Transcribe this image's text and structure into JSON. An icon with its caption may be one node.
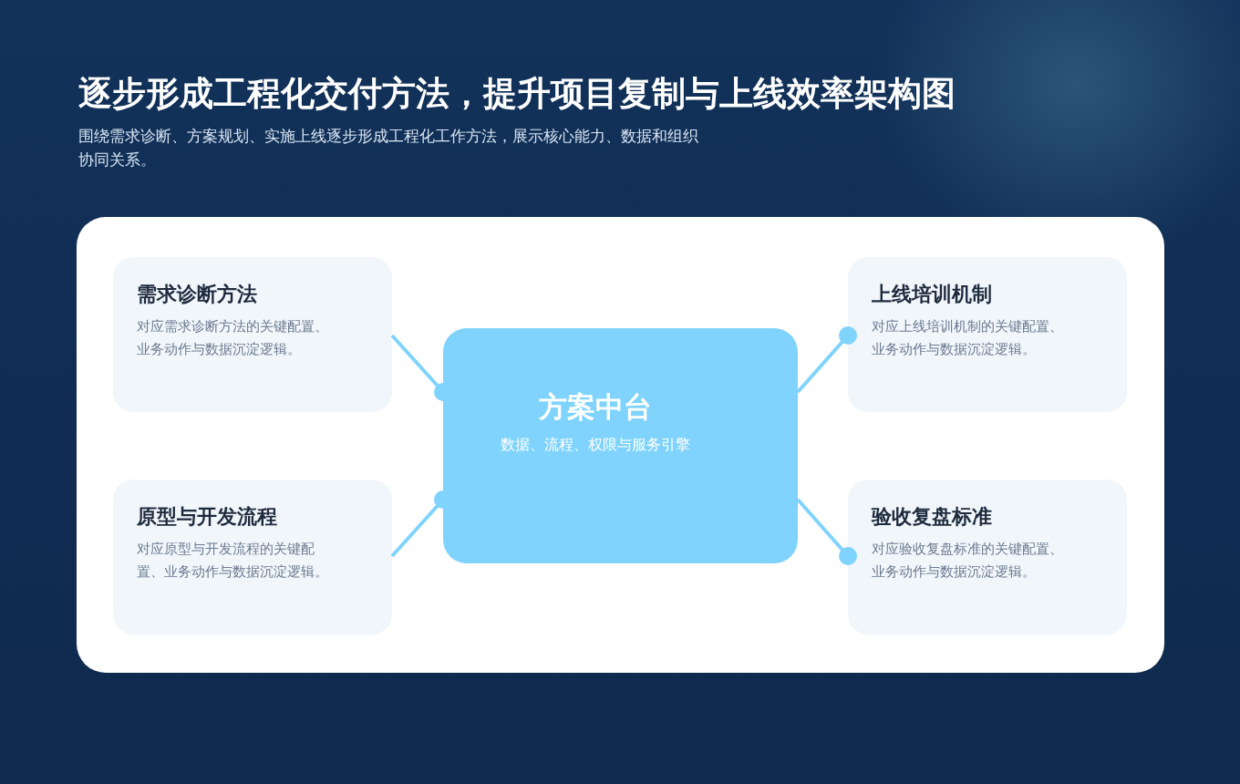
{
  "diagram": {
    "title": "逐步形成工程化交付方法，提升项目复制与上线效率架构图",
    "caption": "围绕需求诊断、方案规划、实施上线逐步形成工程化工作方法，展示核心能力、数据和组织协同关系。",
    "nodes": [
      {
        "text": [],
        "shape": "box"
      },
      {
        "text": [
          "需求诊断方法",
          "对应需求诊断方法的关键配置、业务动作与数据沉淀逻辑。"
        ],
        "in": 0
      },
      {
        "text": [
          "上线培训机制",
          "对应上线培训机制的关键配置、业务动作与数据沉淀逻辑。"
        ],
        "in": 0
      },
      {
        "text": [
          "方案中台",
          "数据、流程、权限与服务引擎"
        ],
        "in": 0
      },
      {
        "text": [
          "原型与开发流程",
          "对应原型与开发流程的关键配置、业务动作与数据沉淀逻辑。"
        ],
        "in": 0
      },
      {
        "text": [
          "验收复盘标准",
          "对应验收复盘标准的关键配置、业务动作与数据沉淀逻辑。"
        ],
        "in": 0
      }
    ],
    "edges": [
      {
        "from": 3,
        "to": 1,
        "arrow": "other"
      },
      {
        "from": 2,
        "to": 3,
        "arrow": "other"
      },
      {
        "from": 3,
        "to": 4,
        "arrow": "other"
      },
      {
        "from": 5,
        "to": 3,
        "arrow": "other"
      }
    ]
  }
}
